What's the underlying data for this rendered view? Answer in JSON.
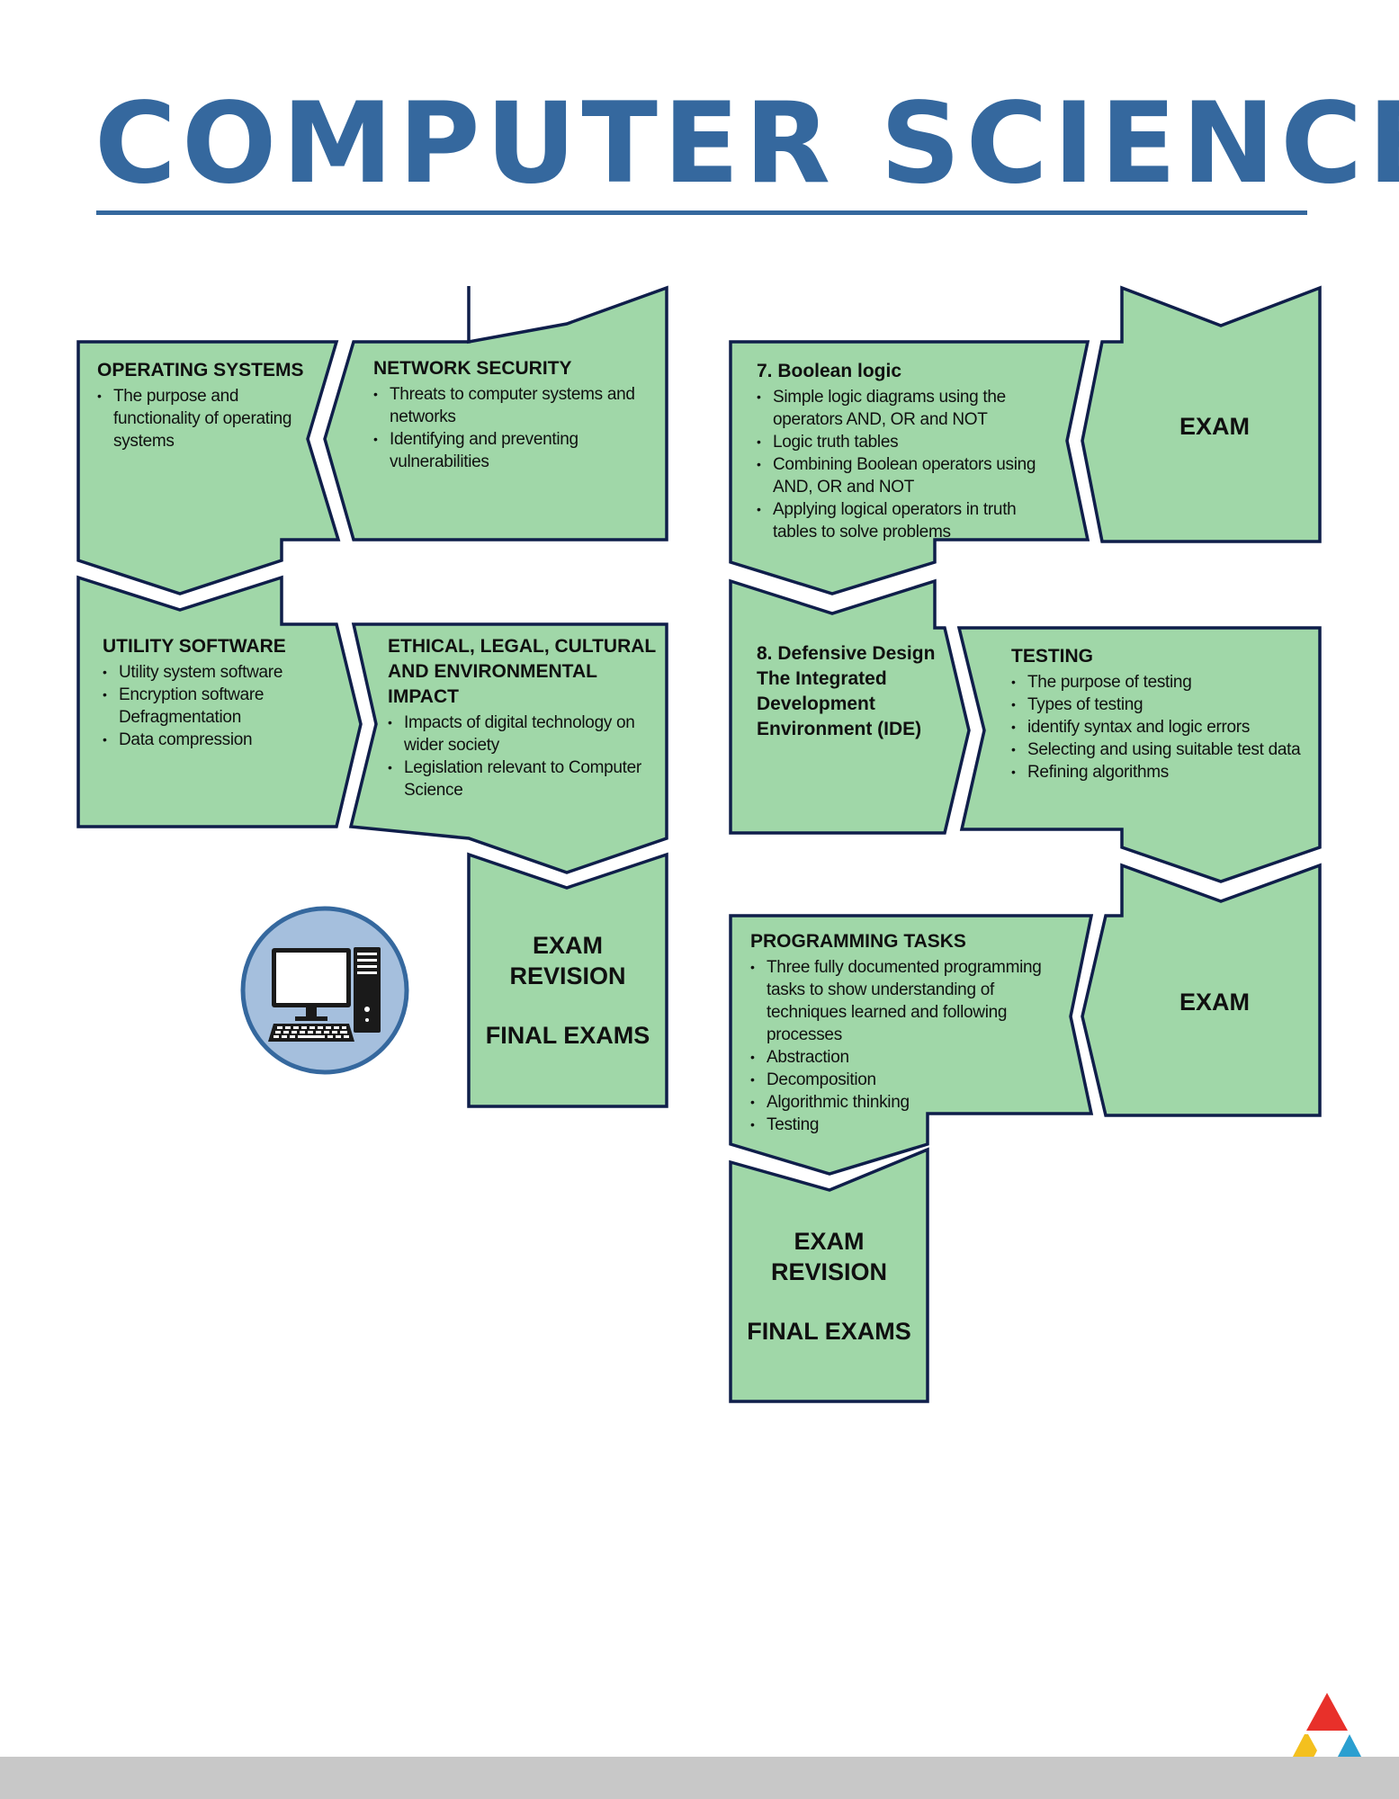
{
  "title": "COMPUTER SCIENCE",
  "colors": {
    "title": "#35689e",
    "box_fill": "#a0d7a8",
    "box_stroke": "#0f1e4a",
    "icon_circle": "#a5bfdd",
    "icon_ring": "#35689e",
    "footer_bar": "#c8c8c8"
  },
  "boxes": {
    "operating_systems": {
      "heading": "OPERATING SYSTEMS",
      "items": [
        "The purpose and functionality of operating systems"
      ]
    },
    "network_security": {
      "heading": "NETWORK SECURITY",
      "items": [
        "Threats to computer systems and networks",
        "Identifying and preventing vulnerabilities"
      ]
    },
    "utility_software": {
      "heading": "UTILITY SOFTWARE",
      "items": [
        "Utility system software",
        "Encryption software Defragmentation",
        "Data compression"
      ]
    },
    "ethical": {
      "heading_line1": "ETHICAL, LEGAL, CULTURAL",
      "heading_line2": "AND ENVIRONMENTAL IMPACT",
      "items": [
        "Impacts of digital technology on wider society",
        "Legislation relevant to Computer Science"
      ]
    },
    "exam_final_left": {
      "line1": "EXAM",
      "line2": "REVISION",
      "line3": "FINAL EXAMS"
    },
    "boolean_logic": {
      "heading": "7. Boolean logic",
      "items": [
        "Simple logic diagrams using the operators AND, OR and NOT",
        "Logic truth tables",
        "Combining Boolean operators using AND, OR and NOT",
        "Applying logical operators in truth tables to solve problems"
      ]
    },
    "exam_top": {
      "label": "EXAM"
    },
    "defensive_design": {
      "line1": "8. Defensive Design",
      "line2": "The Integrated",
      "line3": "Development",
      "line4": "Environment (IDE)"
    },
    "testing": {
      "heading": "TESTING",
      "items": [
        "The purpose of testing",
        "Types of testing",
        "identify syntax and logic errors",
        "Selecting and using suitable test data",
        "Refining algorithms"
      ]
    },
    "programming_tasks": {
      "heading": "PROGRAMMING TASKS",
      "items": [
        "Three fully documented programming tasks to show understanding of techniques learned and following processes",
        "Abstraction",
        "Decomposition",
        "Algorithmic thinking",
        "Testing"
      ]
    },
    "exam_mid": {
      "label": "EXAM"
    },
    "exam_final_right": {
      "line1": "EXAM",
      "line2": "REVISION",
      "line3": "FINAL EXAMS"
    }
  },
  "icons": {
    "computer": "desktop-computer-icon",
    "logo": "tri-color-triangle-logo"
  }
}
